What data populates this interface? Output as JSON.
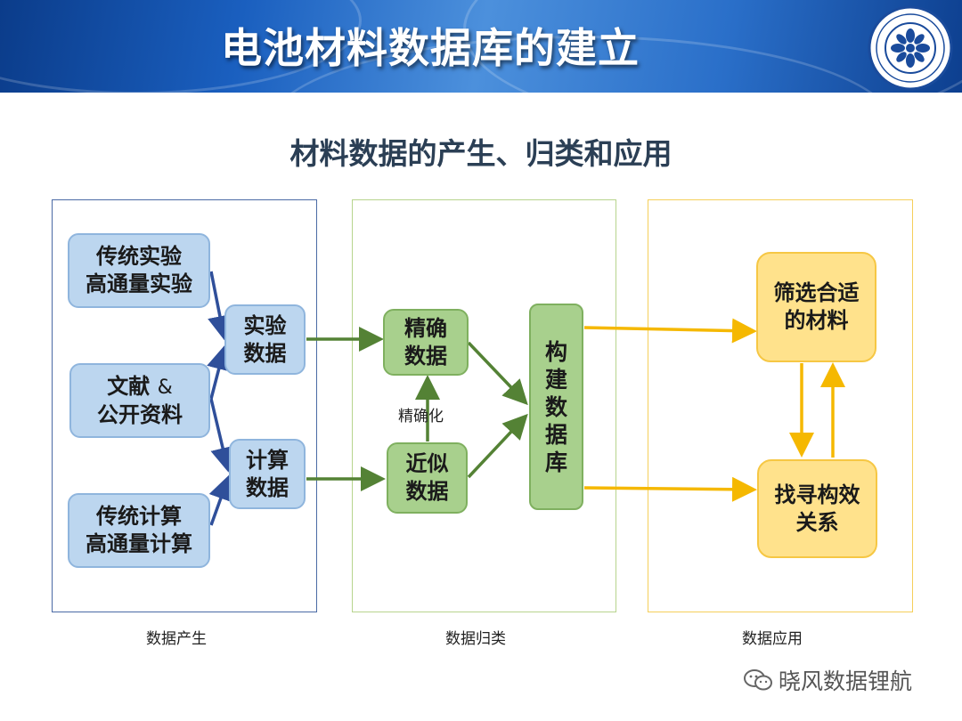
{
  "header": {
    "title": "电池材料数据库的建立"
  },
  "subtitle": "材料数据的产生、归类和应用",
  "nodes": {
    "traditional_experiment": "传统实验\n高通量实验",
    "literature": "文献",
    "literature_amp": "&",
    "public_data": "公开资料",
    "traditional_computation": "传统计算\n高通量计算",
    "experimental_data": "实验\n数据",
    "computational_data": "计算\n数据",
    "precise_data": "精确\n数据",
    "approximate_data": "近似\n数据",
    "refinement": "精确化",
    "build_database": "构\n建\n数\n据\n库",
    "screen_materials": "筛选合适\n的材料",
    "find_relationship": "找寻构效\n关系"
  },
  "sections": {
    "generation": "数据产生",
    "classification": "数据归类",
    "application": "数据应用"
  },
  "watermark": "晓风数据锂航",
  "colors": {
    "blue_arrow": "#2f4f9a",
    "green_arrow": "#548235",
    "yellow_arrow": "#f5b800",
    "blue_panel": "#4a6aa5",
    "green_panel": "#b7d48d",
    "yellow_panel": "#f5cf5a"
  }
}
